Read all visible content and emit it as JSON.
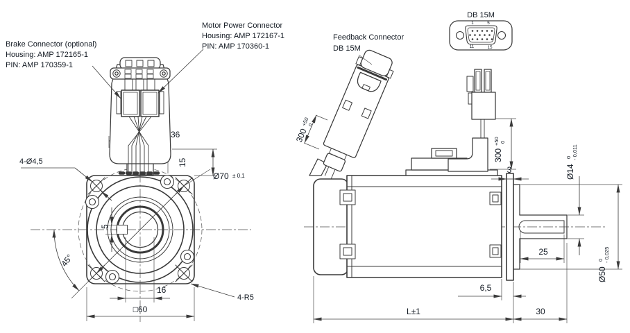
{
  "colors": {
    "background": "#ffffff",
    "line": "#3a3a3a",
    "text": "#121922"
  },
  "labels": {
    "brake": {
      "l1": "Brake Connector (optional)",
      "l2": "Housing: AMP 172165-1",
      "l3": "PIN: AMP 170359-1"
    },
    "power": {
      "l1": "Motor Power Connector",
      "l2": "Housing: AMP 172167-1",
      "l3": "PIN: AMP 170360-1"
    },
    "feedback": {
      "l1": "Feedback Connector",
      "l2": "DB 15M"
    },
    "db15_face": {
      "title": "DB 15M",
      "pin1": "1",
      "pin5": "5",
      "pin11": "11",
      "pin15": "15"
    }
  },
  "front": {
    "d36": "36",
    "d15": "15",
    "holes": "4-Ø4,5",
    "bolt_circle": "Ø70",
    "bolt_circle_tol": "± 0,1",
    "key_w": "5",
    "angle": "45°",
    "d16": "16",
    "square": "□60",
    "corner_r": "4-R5"
  },
  "side": {
    "cable_len": "300",
    "cable_tol_up": "+50",
    "cable_tol_dn": "0",
    "cable_len2": "300",
    "cable_tol_up2": "+50",
    "cable_tol_dn2": "0",
    "d3": "3",
    "shaft_d": "Ø14",
    "shaft_tol_up": "0",
    "shaft_tol_dn": "- 0,011",
    "pilot_d": "Ø50",
    "pilot_tol_up": "0",
    "pilot_tol_dn": "- 0,025",
    "d25": "25",
    "d65": "6,5",
    "length": "L±1",
    "d30": "30"
  }
}
